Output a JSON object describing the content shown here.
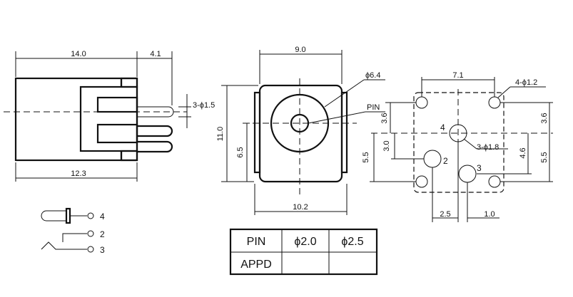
{
  "side_view": {
    "dim_length": "14.0",
    "dim_pin_protrusion": "4.1",
    "dim_pin_dia": "3-ϕ1.5",
    "dim_base": "12.3"
  },
  "front_view": {
    "dim_width": "9.0",
    "dim_height": "11.0",
    "dim_center_height": "6.5",
    "dim_base_width": "10.2",
    "callout_hole": "ϕ6.4",
    "callout_pin": "PIN"
  },
  "pcb_layout": {
    "dim_mount_span": "7.1",
    "dim_mount_hole": "4-ϕ1.2",
    "dim_left_upper": "3.6",
    "dim_left_mid": "3.0",
    "dim_left_lower": "5.5",
    "dim_right_upper": "3.6",
    "dim_right_mid": "4.6",
    "dim_right_lower": "5.5",
    "dim_pin_hole": "3-ϕ1.8",
    "dim_pin_spacing": "2.5",
    "dim_pin_offset": "1.0",
    "pin_labels": [
      "4",
      "2",
      "3"
    ]
  },
  "schematic": {
    "pins": [
      "4",
      "2",
      "3"
    ]
  },
  "spec_table": {
    "header": [
      "PIN",
      "ϕ2.0",
      "ϕ2.5"
    ],
    "rows": [
      [
        "APPD",
        "",
        ""
      ]
    ]
  }
}
